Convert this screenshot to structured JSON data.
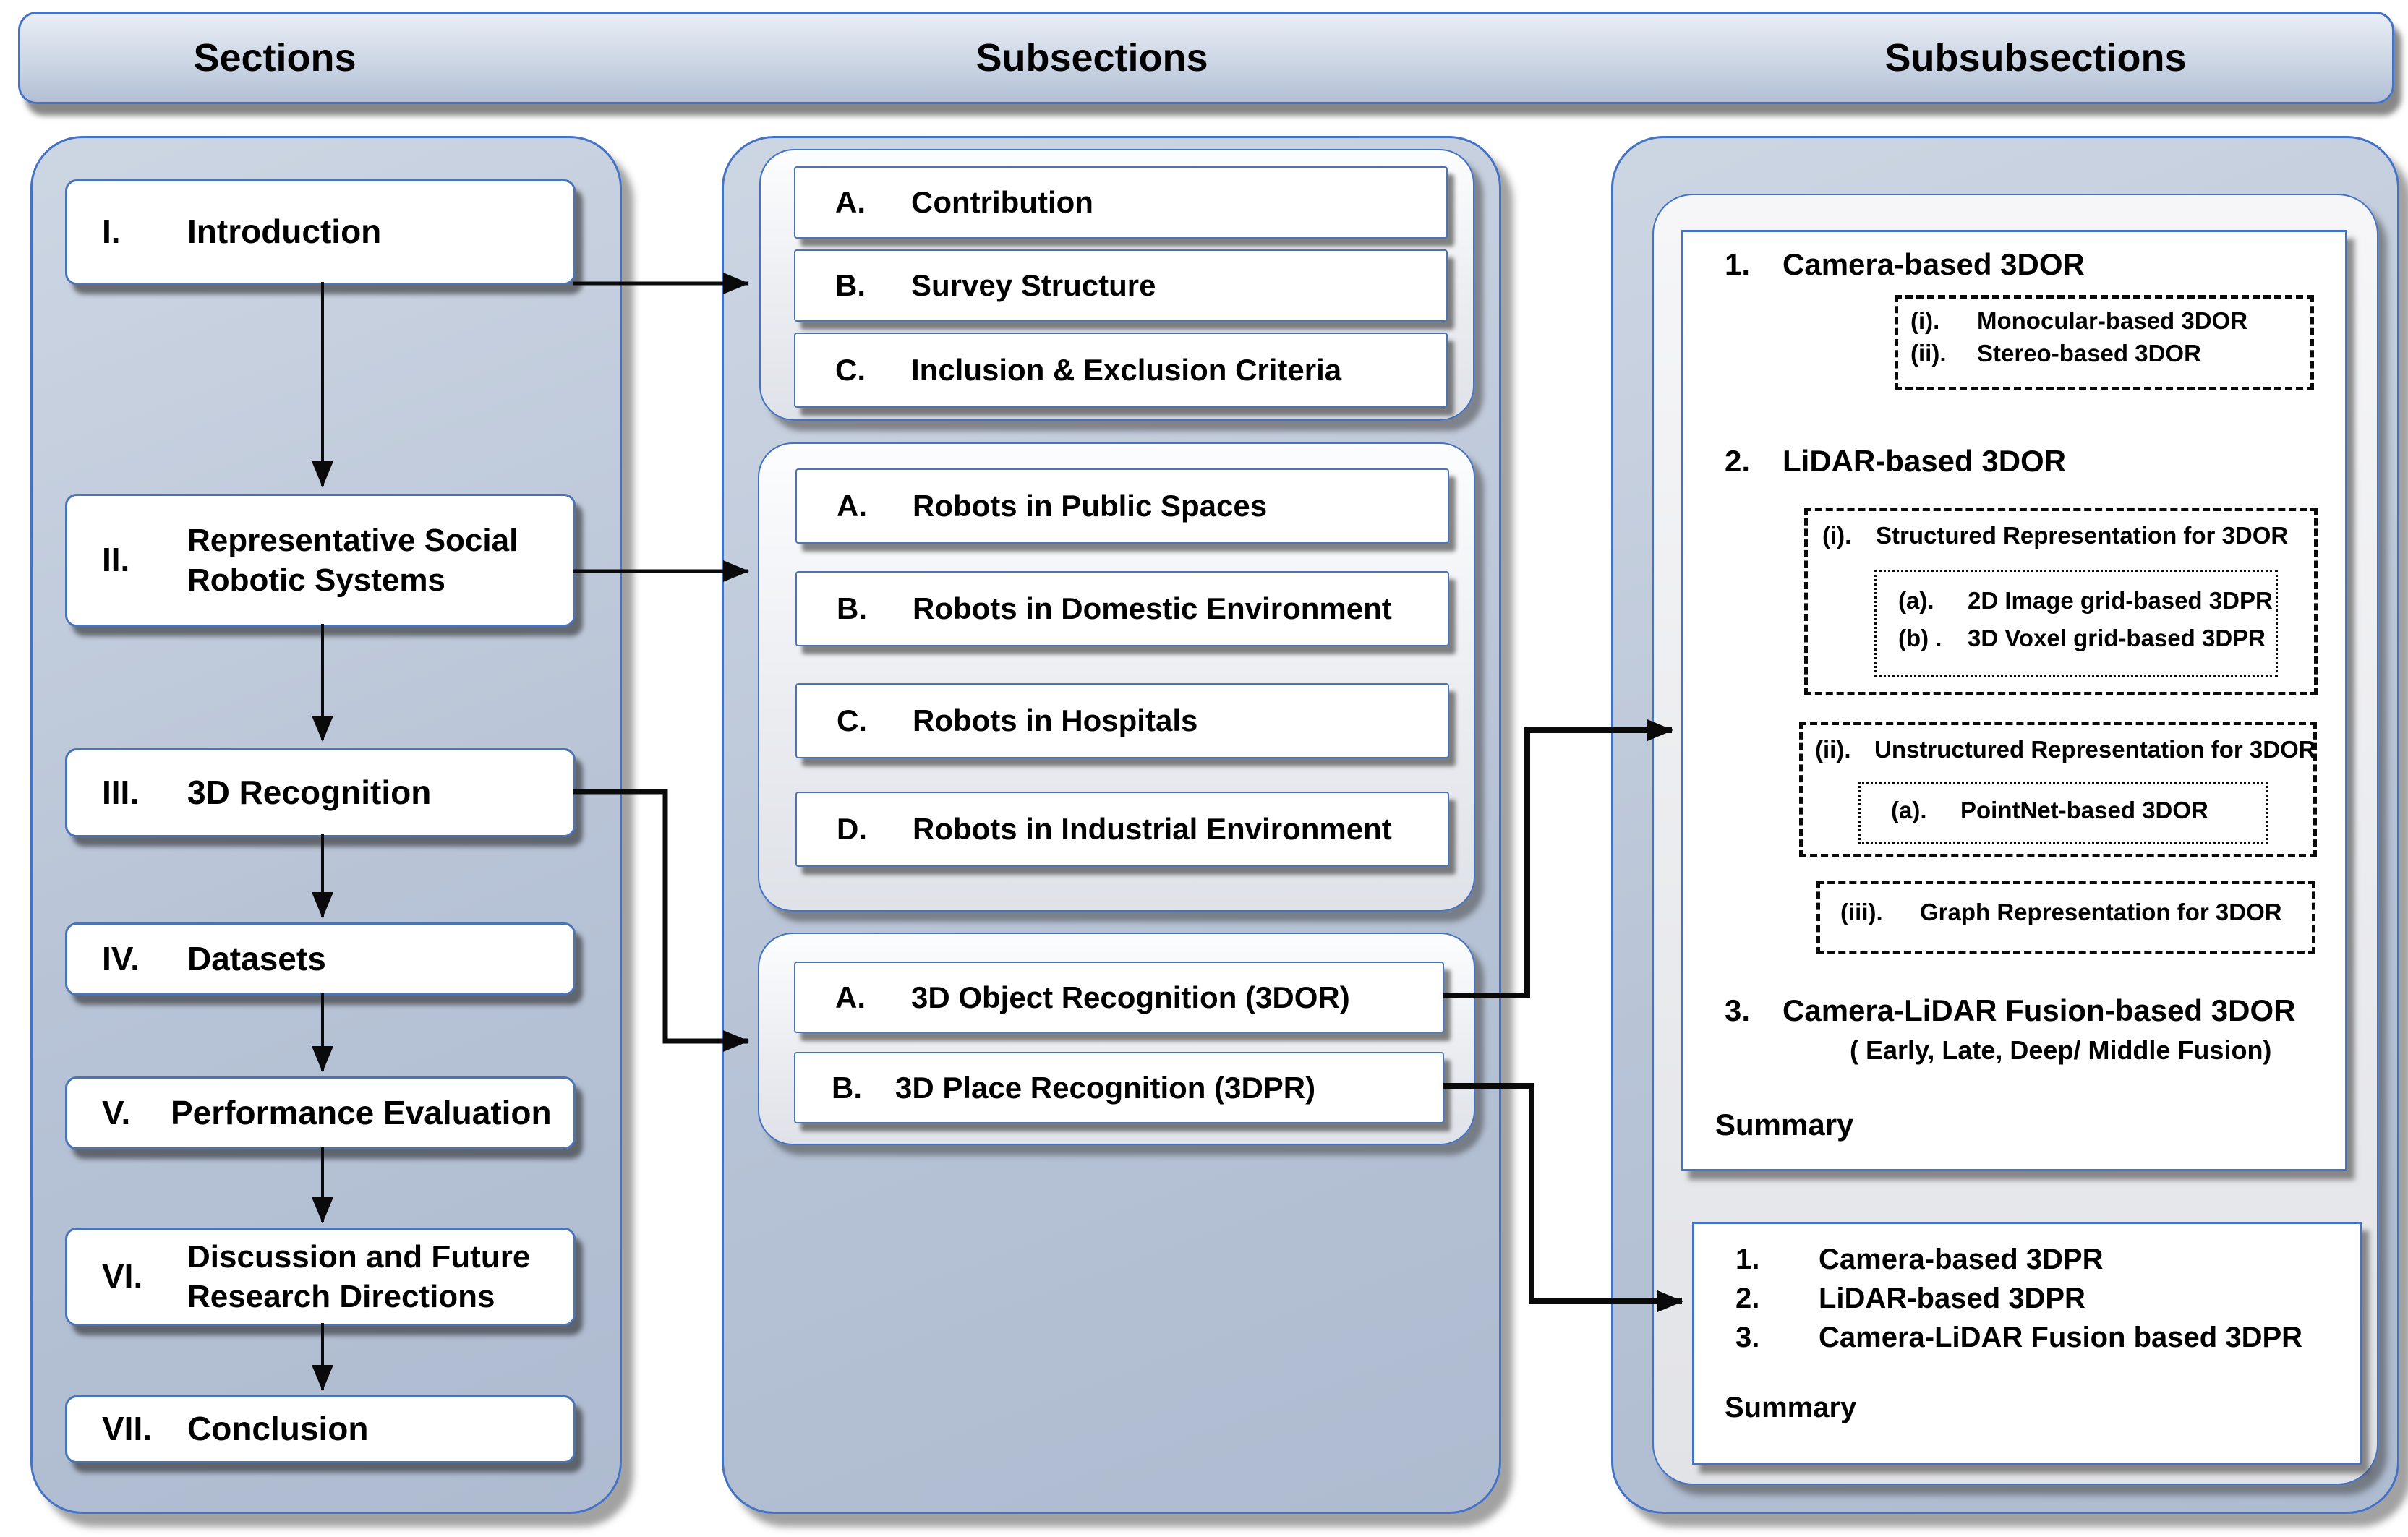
{
  "header": {
    "col1": "Sections",
    "col2": "Subsections",
    "col3": "Subsubsections"
  },
  "sections": [
    {
      "num": "I.",
      "label": "Introduction"
    },
    {
      "num": "II.",
      "label": "Representative Social Robotic Systems"
    },
    {
      "num": "III.",
      "label": "3D Recognition"
    },
    {
      "num": "IV.",
      "label": "Datasets"
    },
    {
      "num": "V.",
      "label": "Performance Evaluation"
    },
    {
      "num": "VI.",
      "label": "Discussion and Future Research Directions"
    },
    {
      "num": "VII.",
      "label": "Conclusion"
    }
  ],
  "subsections": {
    "intro": [
      {
        "num": "A.",
        "label": "Contribution"
      },
      {
        "num": "B.",
        "label": "Survey Structure"
      },
      {
        "num": "C.",
        "label": "Inclusion & Exclusion Criteria"
      }
    ],
    "robots": [
      {
        "num": "A.",
        "label": "Robots in Public Spaces"
      },
      {
        "num": "B.",
        "label": "Robots in Domestic Environment"
      },
      {
        "num": "C.",
        "label": "Robots in Hospitals"
      },
      {
        "num": "D.",
        "label": "Robots in Industrial Environment"
      }
    ],
    "recognition": [
      {
        "num": "A.",
        "label": "3D Object Recognition (3DOR)"
      },
      {
        "num": "B.",
        "label": "3D Place Recognition (3DPR)"
      }
    ]
  },
  "subsubsections": {
    "dor": {
      "item1": {
        "num": "1.",
        "label": "Camera-based 3DOR"
      },
      "camera_types": [
        {
          "num": "(i).",
          "label": "Monocular-based 3DOR"
        },
        {
          "num": "(ii).",
          "label": "Stereo-based 3DOR"
        }
      ],
      "item2": {
        "num": "2.",
        "label": "LiDAR-based 3DOR"
      },
      "structured_title": {
        "num": "(i).",
        "label": "Structured Representation for 3DOR"
      },
      "structured_items": [
        {
          "num": "(a).",
          "label": "2D Image grid-based 3DPR"
        },
        {
          "num": "(b) .",
          "label": "3D Voxel grid-based 3DPR"
        }
      ],
      "unstructured_title": {
        "num": "(ii).",
        "label": "Unstructured Representation for 3DOR"
      },
      "unstructured_items": [
        {
          "num": "(a).",
          "label": "PointNet-based 3DOR"
        }
      ],
      "graph_title": {
        "num": "(iii).",
        "label": "Graph Representation for 3DOR"
      },
      "item3": {
        "num": "3.",
        "label": "Camera-LiDAR Fusion-based 3DOR"
      },
      "item3_sub": "( Early, Late, Deep/ Middle Fusion)",
      "summary": "Summary"
    },
    "dpr": {
      "items": [
        {
          "num": "1.",
          "label": "Camera-based 3DPR"
        },
        {
          "num": "2.",
          "label": "LiDAR-based 3DPR"
        },
        {
          "num": "3.",
          "label": "Camera-LiDAR Fusion based 3DPR"
        }
      ],
      "summary": "Summary"
    }
  },
  "colors": {
    "accent_blue": "#4472c4",
    "column_fill": "#b6c2d5",
    "box_fill": "#ffffff",
    "panel_fill": "#ebedf1",
    "line_black": "#0a0a0a"
  }
}
